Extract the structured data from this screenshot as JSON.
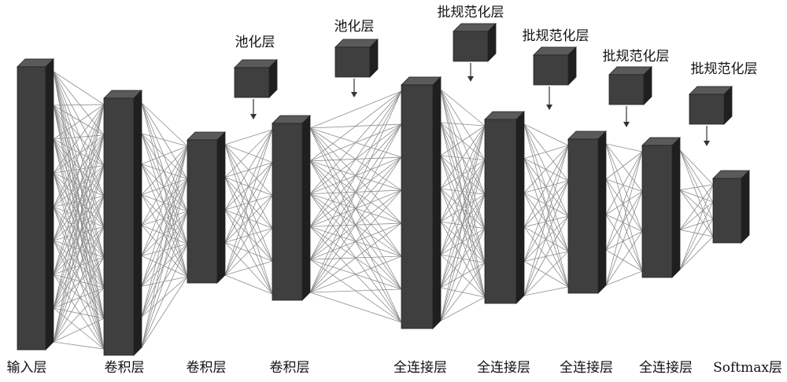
{
  "layers": [
    {
      "label": "输入层"
    },
    {
      "label": "卷积层"
    },
    {
      "label": "卷积层"
    },
    {
      "label": "卷积层"
    },
    {
      "label": "全连接层"
    },
    {
      "label": "全连接层"
    },
    {
      "label": "全连接层"
    },
    {
      "label": "全连接层"
    },
    {
      "label": "Softmax层"
    }
  ],
  "auxiliary": [
    {
      "label": "池化层"
    },
    {
      "label": "池化层"
    },
    {
      "label": "批规范化层"
    },
    {
      "label": "批规范化层"
    },
    {
      "label": "批规范化层"
    },
    {
      "label": "批规范化层"
    }
  ],
  "colors": {
    "block_front": "#3f3f3f",
    "block_top": "#5a5a5a",
    "block_side": "#1f1f1f",
    "connection": "#8c8c8c",
    "arrow": "#333333"
  }
}
